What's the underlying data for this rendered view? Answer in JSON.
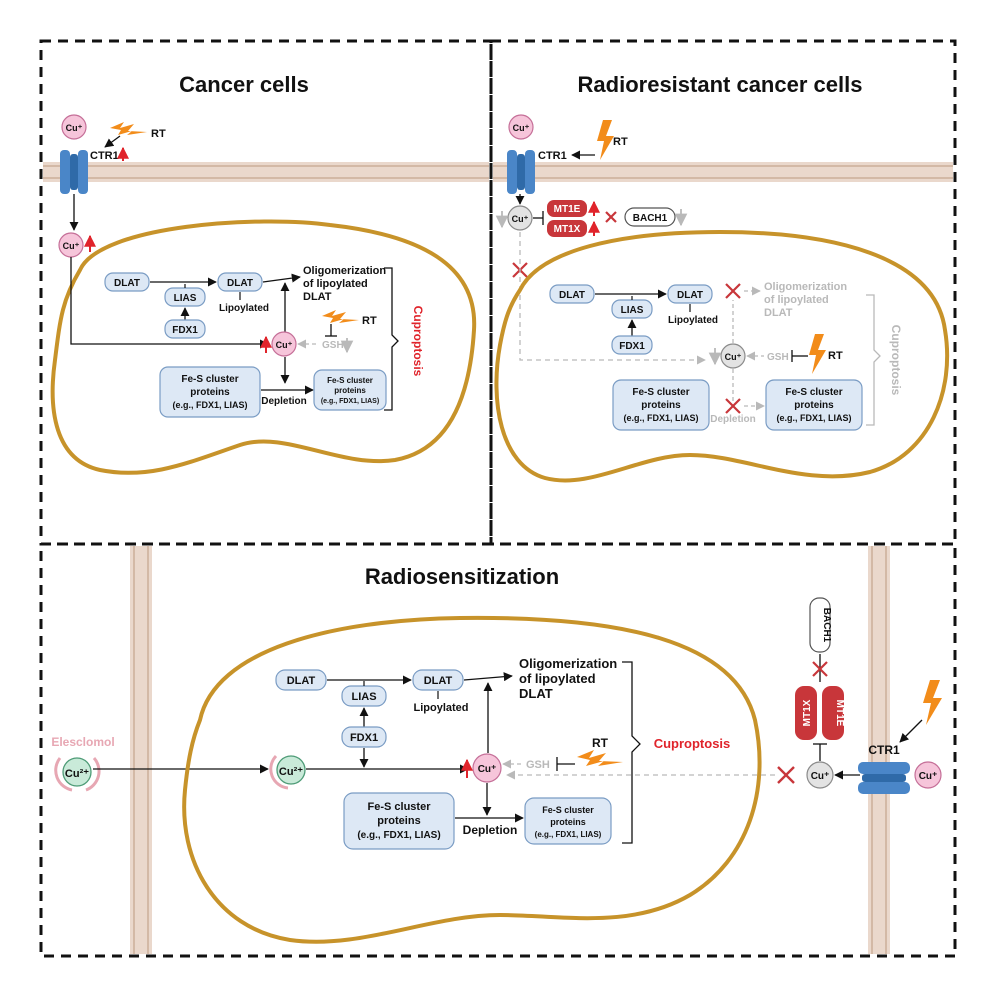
{
  "panels": {
    "cancer": {
      "title": "Cancer cells",
      "cu_ion": "Cu⁺",
      "rt": "RT",
      "ctr1": "CTR1",
      "dlat": "DLAT",
      "dlat2": "DLAT",
      "lias": "LIAS",
      "fdx1": "FDX1",
      "lipoylated": "Lipoylated",
      "oligo1": "Oligomerization",
      "oligo2": "of lipoylated",
      "oligo3": "DLAT",
      "gsh": "GSH",
      "rt2": "RT",
      "cuproptosis": "Cuproptosis",
      "fes1": "Fe-S cluster",
      "fes2": "proteins",
      "fes3": "(e.g., FDX1, LIAS)",
      "depletion": "Depletion",
      "fesb1": "Fe-S cluster",
      "fesb2": "proteins",
      "fesb3": "(e.g., FDX1, LIAS)"
    },
    "radioresistant": {
      "title": "Radioresistant cancer cells",
      "cu_ion": "Cu⁺",
      "rt": "RT",
      "ctr1": "CTR1",
      "mt1e": "MT1E",
      "mt1x": "MT1X",
      "bach1": "BACH1",
      "dlat": "DLAT",
      "dlat2": "DLAT",
      "lias": "LIAS",
      "fdx1": "FDX1",
      "lipoylated": "Lipoylated",
      "oligo1": "Oligomerization",
      "oligo2": "of lipoylated",
      "oligo3": "DLAT",
      "gsh": "GSH",
      "rt2": "RT",
      "cuproptosis": "Cuproptosis",
      "fes1": "Fe-S cluster",
      "fes2": "proteins",
      "fes3": "(e.g., FDX1, LIAS)",
      "depletion": "Depletion",
      "fesb1": "Fe-S cluster",
      "fesb2": "proteins",
      "fesb3": "(e.g., FDX1, LIAS)"
    },
    "radiosensitization": {
      "title": "Radiosensitization",
      "elesclomol": "Elesclomol",
      "cu2": "Cu²⁺",
      "cu_ion": "Cu⁺",
      "dlat": "DLAT",
      "dlat2": "DLAT",
      "lias": "LIAS",
      "fdx1": "FDX1",
      "lipoylated": "Lipoylated",
      "oligo1": "Oligomerization",
      "oligo2": "of lipoylated",
      "oligo3": "DLAT",
      "gsh": "GSH",
      "rt": "RT",
      "cuproptosis": "Cuproptosis",
      "fes1": "Fe-S cluster",
      "fes2": "proteins",
      "fes3": "(e.g., FDX1, LIAS)",
      "depletion": "Depletion",
      "fesb1": "Fe-S cluster",
      "fesb2": "proteins",
      "fesb3": "(e.g., FDX1, LIAS)",
      "ctr1": "CTR1",
      "bach1": "BACH1",
      "mt1x": "MT1X",
      "mt1e": "MT1E"
    }
  },
  "colors": {
    "membrane": "#ead8cc",
    "cell_outline": "#c7932a",
    "cu_pink": "#f6c5da",
    "cu_gray": "#e3e3e3",
    "box_fill": "#dde8f5",
    "box_stroke": "#7a9cc4",
    "mt_red": "#c8363a",
    "channel_blue": "#4a86c8",
    "bolt_orange": "#f28c1a",
    "increase_red": "#e0242b",
    "inactive_gray": "#b9b9b9"
  }
}
